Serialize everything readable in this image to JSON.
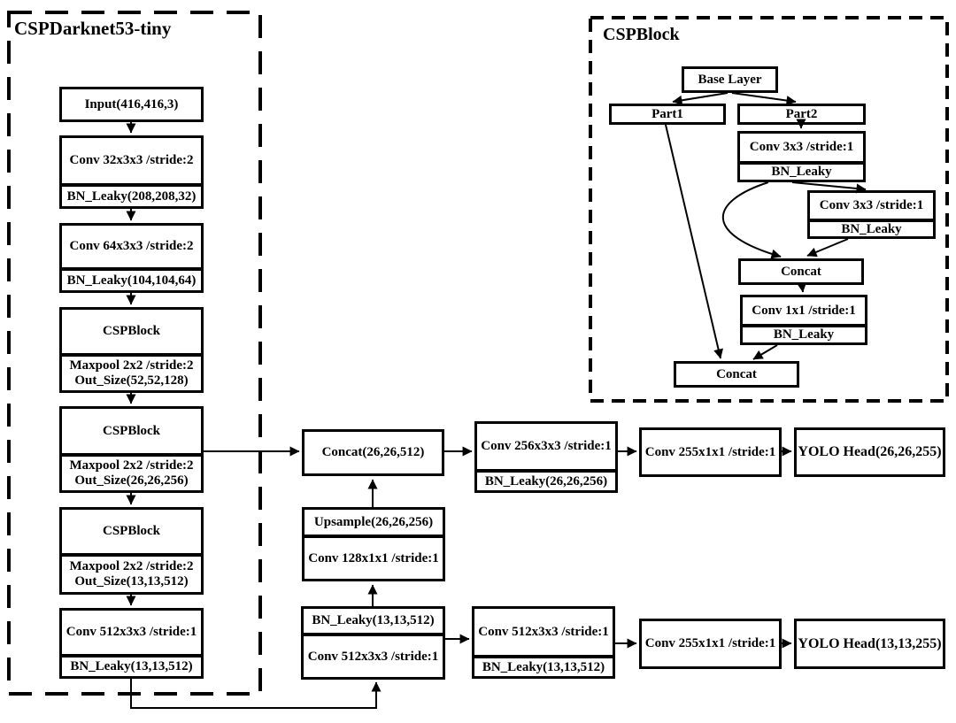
{
  "backbone": {
    "title": "CSPDarknet53-tiny",
    "input": "Input(416,416,3)",
    "conv1": "Conv 32x3x3 /stride:2",
    "bn1": "BN_Leaky(208,208,32)",
    "conv2": "Conv 64x3x3 /stride:2",
    "bn2": "BN_Leaky(104,104,64)",
    "csp1": "CSPBlock",
    "csp1_pool_line1": "Maxpool 2x2 /stride:2",
    "csp1_pool_line2": "Out_Size(52,52,128)",
    "csp2": "CSPBlock",
    "csp2_pool_line1": "Maxpool 2x2 /stride:2",
    "csp2_pool_line2": "Out_Size(26,26,256)",
    "csp3": "CSPBlock",
    "csp3_pool_line1": "Maxpool 2x2 /stride:2",
    "csp3_pool_line2": "Out_Size(13,13,512)",
    "conv3": "Conv 512x3x3 /stride:1",
    "bn3": "BN_Leaky(13,13,512)"
  },
  "cspblock_detail": {
    "title": "CSPBlock",
    "base_layer": "Base Layer",
    "part1": "Part1",
    "part2": "Part2",
    "conv_a": "Conv 3x3 /stride:1",
    "bn_a": "BN_Leaky",
    "conv_b": "Conv 3x3 /stride:1",
    "bn_b": "BN_Leaky",
    "concat1": "Concat",
    "conv_c": "Conv 1x1 /stride:1",
    "bn_c": "BN_Leaky",
    "concat2": "Concat"
  },
  "neck": {
    "concat": "Concat(26,26,512)",
    "upsample": "Upsample(26,26,256)",
    "conv_up": "Conv 128x1x1 /stride:1",
    "bn_mid": "BN_Leaky(13,13,512)",
    "conv_mid": "Conv 512x3x3 /stride:1"
  },
  "head26": {
    "conv1": "Conv 256x3x3 /stride:1",
    "bn1": "BN_Leaky(26,26,256)",
    "conv2": "Conv 255x1x1 /stride:1",
    "yolo": "YOLO Head(26,26,255)"
  },
  "head13": {
    "conv1": "Conv 512x3x3 /stride:1",
    "bn1": "BN_Leaky(13,13,512)",
    "conv2": "Conv 255x1x1 /stride:1",
    "yolo": "YOLO Head(13,13,255)"
  },
  "colors": {
    "ink": "#000000",
    "background": "#ffffff"
  }
}
